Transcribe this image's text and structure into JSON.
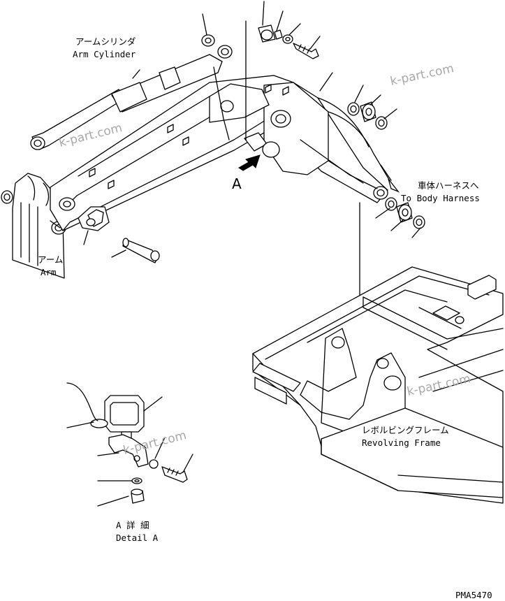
{
  "labels": {
    "arm_cylinder_jp": "アームシリンダ",
    "arm_cylinder_en": "Arm Cylinder",
    "arm_jp": "アーム",
    "arm_en": "Arm",
    "harness_jp": "車体ハーネスへ",
    "harness_en": "To Body Harness",
    "frame_jp": "レボルビングフレーム",
    "frame_en": "Revolving Frame",
    "view_marker": "A",
    "detail_jp": "A 詳 細",
    "detail_en": "Detail A",
    "drawing_number": "PMA5470"
  },
  "watermarks": [
    "k-part.com",
    "k-part.com",
    "k-part.com",
    "k-part.com"
  ],
  "icons": {
    "view_arrow": "thick-arrow-icon",
    "harness_arrow": "arrow-down-right-icon"
  }
}
